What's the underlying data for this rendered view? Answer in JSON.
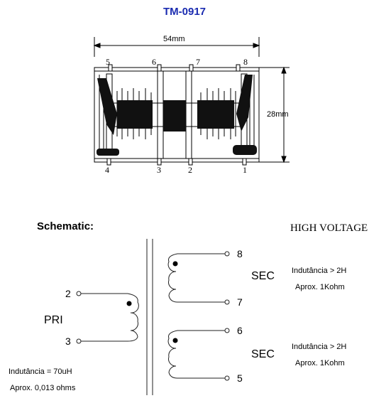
{
  "title": "TM-0917",
  "mechanical": {
    "width_label": "54mm",
    "height_label": "28mm",
    "top_pins": [
      "5",
      "6",
      "7",
      "8"
    ],
    "bottom_pins": [
      "4",
      "3",
      "2",
      "1"
    ]
  },
  "schematic": {
    "heading": "Schematic:",
    "high_voltage": "HIGH VOLTAGE",
    "primary": {
      "label": "PRI",
      "pin_top": "2",
      "pin_bottom": "3",
      "inductance": "Indutância = 70uH",
      "resistance": "Aprox. 0,013 ohms"
    },
    "secondaries": [
      {
        "label": "SEC",
        "pin_top": "8",
        "pin_bottom": "7",
        "inductance": "Indutância  > 2H",
        "resistance": "Aprox. 1Kohm"
      },
      {
        "label": "SEC",
        "pin_top": "6",
        "pin_bottom": "5",
        "inductance": "Indutância  > 2H",
        "resistance": "Aprox. 1Kohm"
      }
    ]
  }
}
